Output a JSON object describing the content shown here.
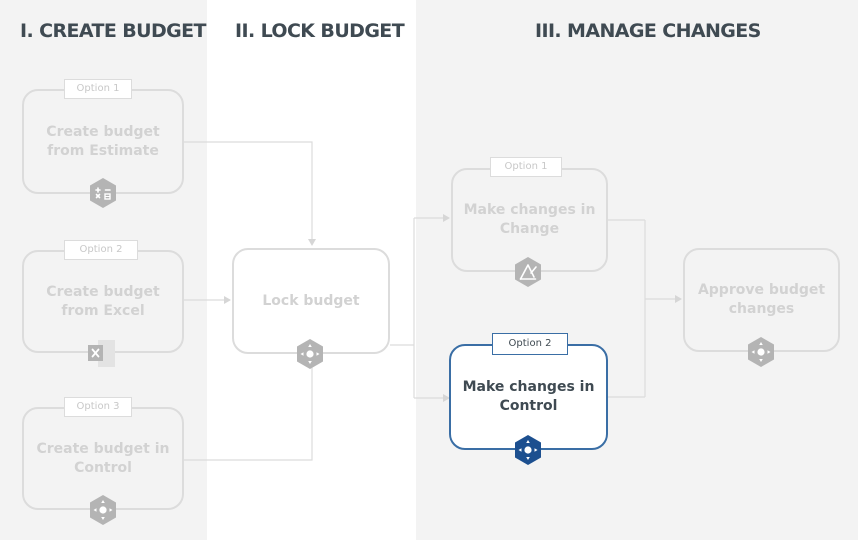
{
  "columns": [
    {
      "heading": "I. CREATE BUDGET"
    },
    {
      "heading": "II. LOCK BUDGET"
    },
    {
      "heading": "III. MANAGE CHANGES"
    }
  ],
  "nodes": {
    "estimate": {
      "option": "Option 1",
      "label": "Create budget from Estimate",
      "icon": "calculator-icon"
    },
    "excel": {
      "option": "Option 2",
      "label": "Create budget from Excel",
      "icon": "excel-icon"
    },
    "control_create": {
      "option": "Option 3",
      "label": "Create budget in Control",
      "icon": "control-icon"
    },
    "lock": {
      "label": "Lock budget",
      "icon": "control-icon"
    },
    "change": {
      "option": "Option 1",
      "label": "Make changes in Change",
      "icon": "change-icon"
    },
    "control_changes": {
      "option": "Option 2",
      "label": "Make changes in Control",
      "icon": "control-icon"
    },
    "approve": {
      "label": "Approve budget changes",
      "icon": "control-icon"
    }
  },
  "colors": {
    "accent": "#3a6ea5",
    "badge_active": "#1c4f8f",
    "badge_inactive": "#b4b4b4",
    "muted_text": "#d2d2d2",
    "heading": "#3f4a52",
    "connector": "#dcdcdc"
  }
}
